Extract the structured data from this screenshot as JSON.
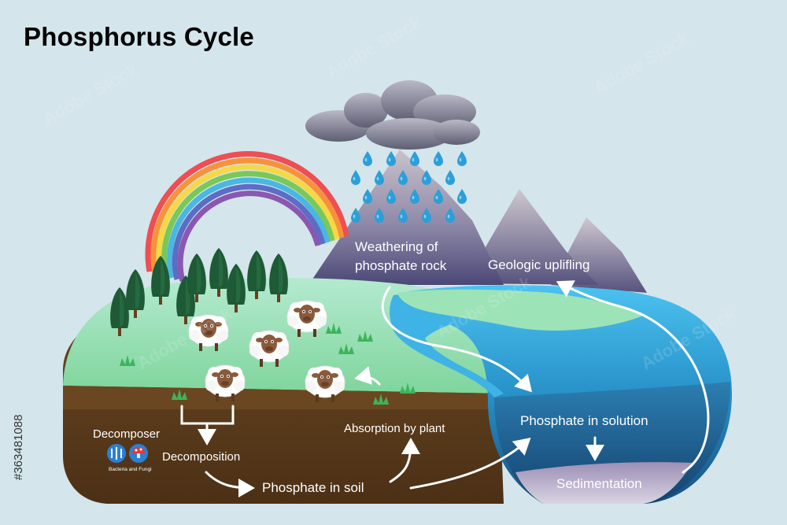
{
  "title": "Phosphorus Cycle",
  "labels": {
    "weathering_line1": "Weathering of",
    "weathering_line2": "phosphate rock",
    "uplifting": "Geologic uplifling",
    "solution": "Phosphate in solution",
    "sedimentation": "Sedimentation",
    "absorption": "Absorption by plant",
    "decomposer": "Decomposer",
    "bacteria_fungi": "Bacteria and Fungi",
    "decomposition": "Decomposition",
    "soil": "Phosphate in soil"
  },
  "stock_id": "#363481088",
  "watermark": "Adobe Stock",
  "colors": {
    "background": "#d4e5ec",
    "grass": "#8ddca6",
    "soil": "#5a3c1c",
    "water_light": "#3aaee0",
    "water_deep": "#1a6a9a",
    "mountain": "#6e6b8e",
    "cloud": "#8e8ea2",
    "rain": "#2d9fd6",
    "tree": "#1f5c36"
  },
  "icons": [
    "cloud-icon",
    "raindrop-icon",
    "rainbow-icon",
    "tree-icon",
    "sheep-icon",
    "bacteria-icon",
    "mushroom-icon",
    "grass-tuft-icon",
    "arrow-icon"
  ]
}
